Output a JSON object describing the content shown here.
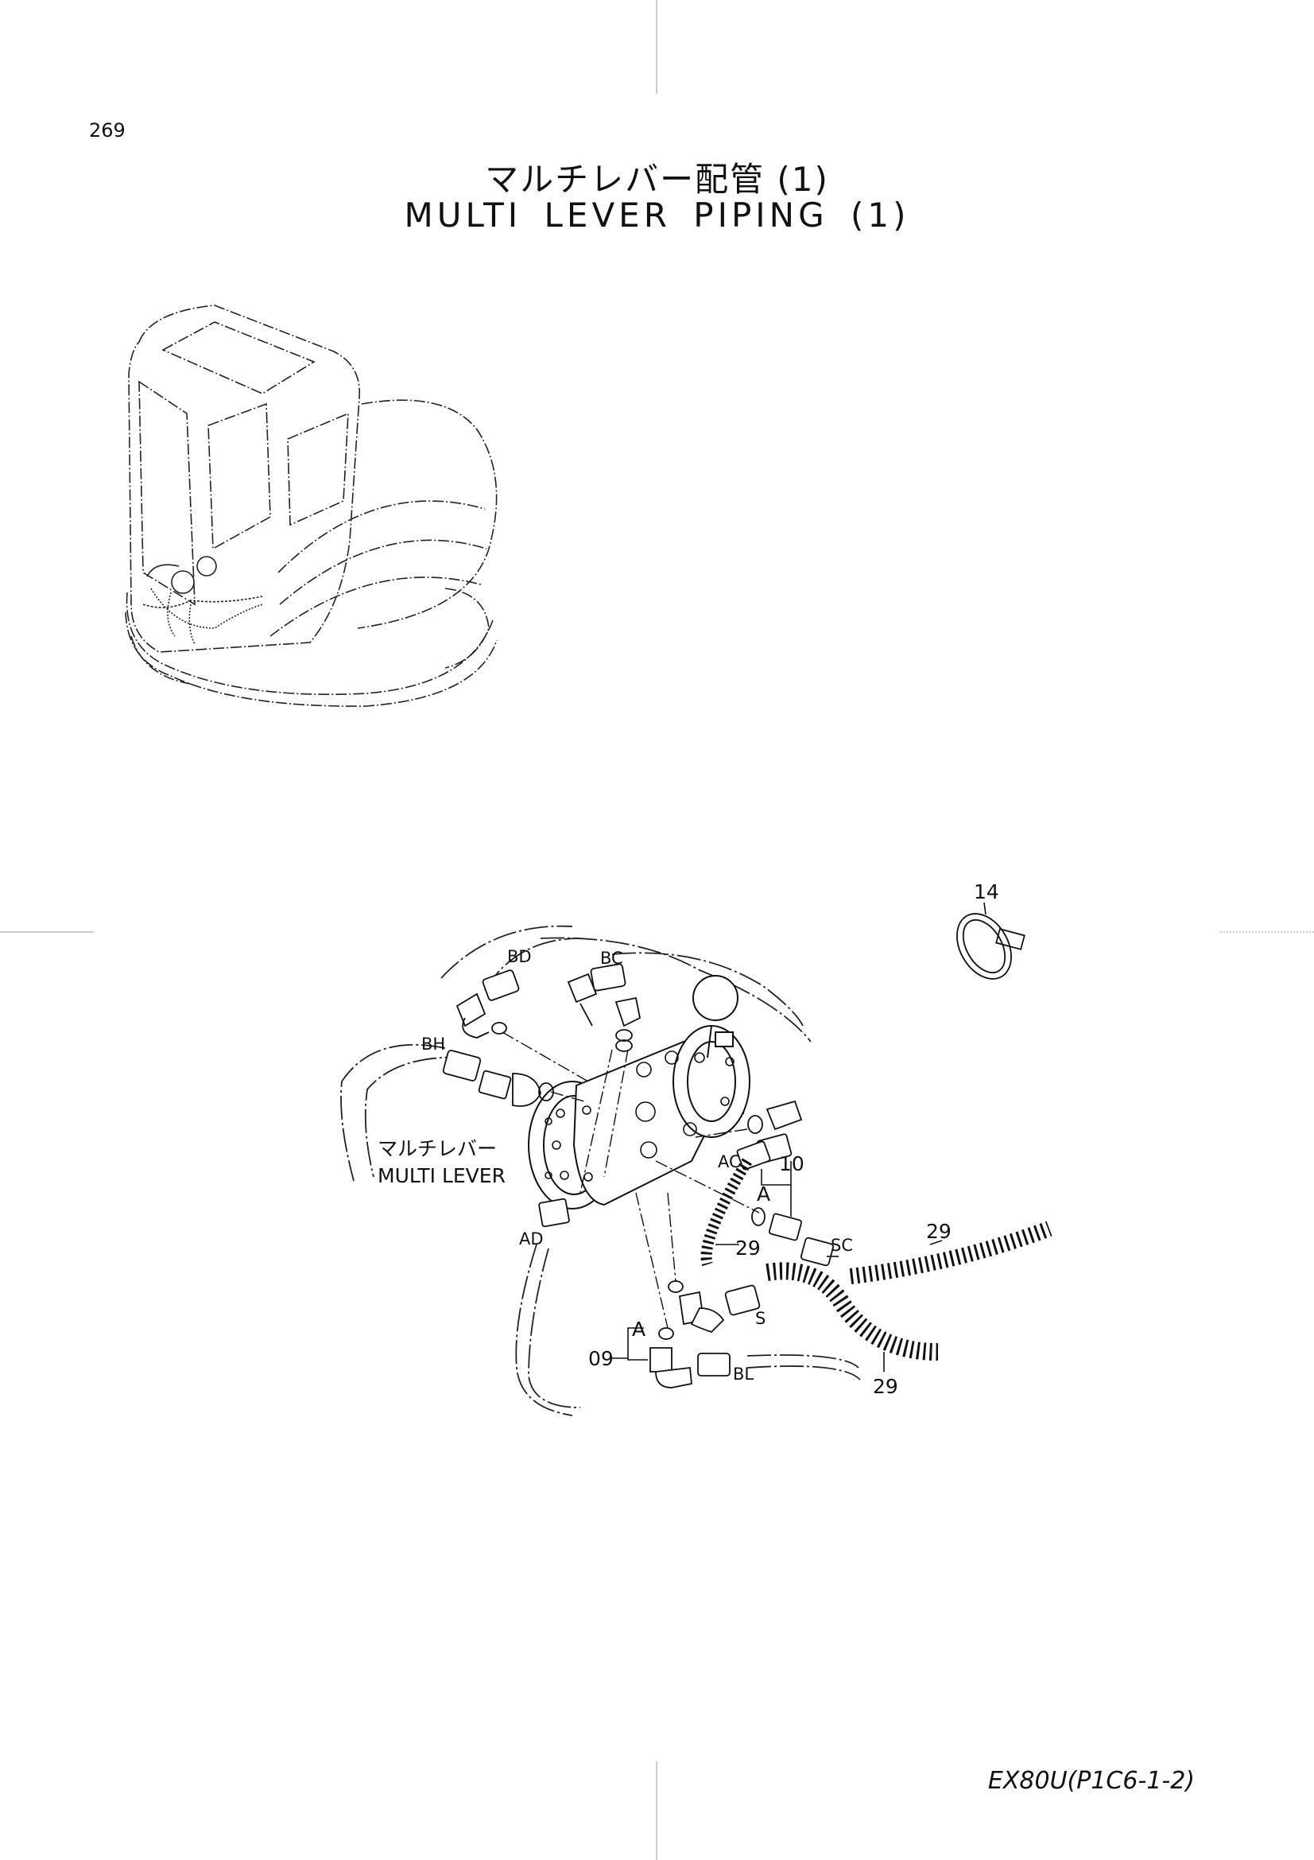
{
  "page": {
    "number": "269",
    "title_jp": "マルチレバー配管 (1)",
    "title_en": "MULTI LEVER PIPING (1)",
    "model_code": "EX80U(P1C6-1-2)"
  },
  "callouts": {
    "multi_lever_jp": "マルチレバー",
    "multi_lever_en": "MULTI LEVER",
    "port_bd": "BD",
    "port_bc": "BC",
    "port_bh": "BH",
    "port_ac": "AC",
    "port_ad": "AD",
    "port_sc": "SC",
    "port_s": "S",
    "port_bl": "BL",
    "detail_a_upper": "A",
    "detail_a_lower": "A",
    "part_14": "14",
    "part_10": "10",
    "part_29_center": "29",
    "part_29_right": "29",
    "part_29_bottom": "29",
    "part_09": "09"
  }
}
